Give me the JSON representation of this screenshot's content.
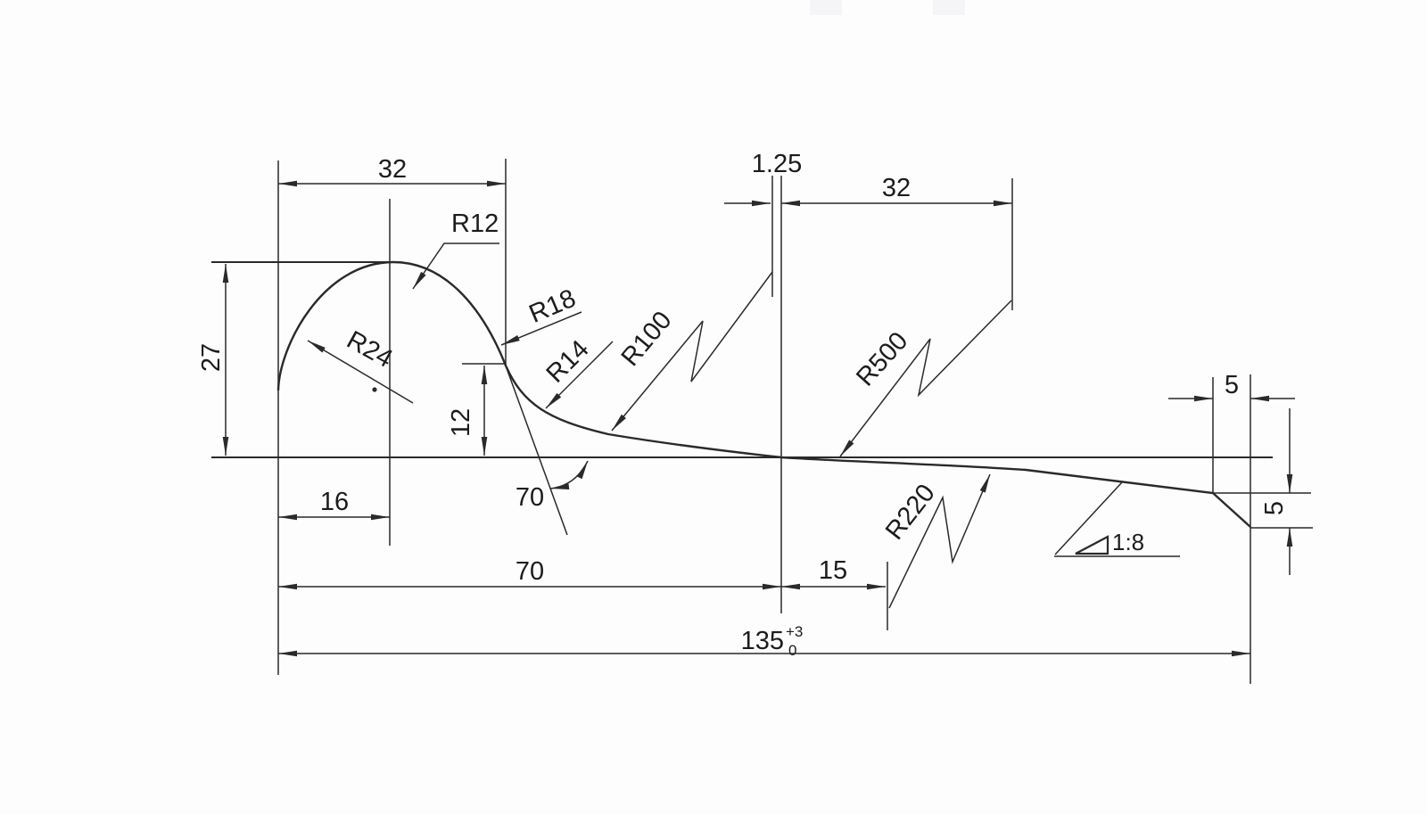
{
  "drawing": {
    "background": "#fdfdfd",
    "line_color": "#2a2a2a",
    "labels": {
      "head_width": "32",
      "head_height": "27",
      "crown_radius": "R12",
      "side_radius": "R24",
      "neck_radius_18": "R18",
      "neck_radius_14": "R14",
      "flank_radius_100": "R100",
      "flank_radius_500": "R500",
      "under_radius_220": "R220",
      "tangent_height": "12",
      "base_offset": "16",
      "crossing_offset": "1.25",
      "right_span": "32",
      "tangent_angle": "70",
      "span_70": "70",
      "span_15": "15",
      "overall_length": "135",
      "overall_tol_upper": "+3",
      "overall_tol_lower": "0",
      "chamfer_width": "5",
      "chamfer_height": "5",
      "slope_ratio": "1:8"
    }
  }
}
